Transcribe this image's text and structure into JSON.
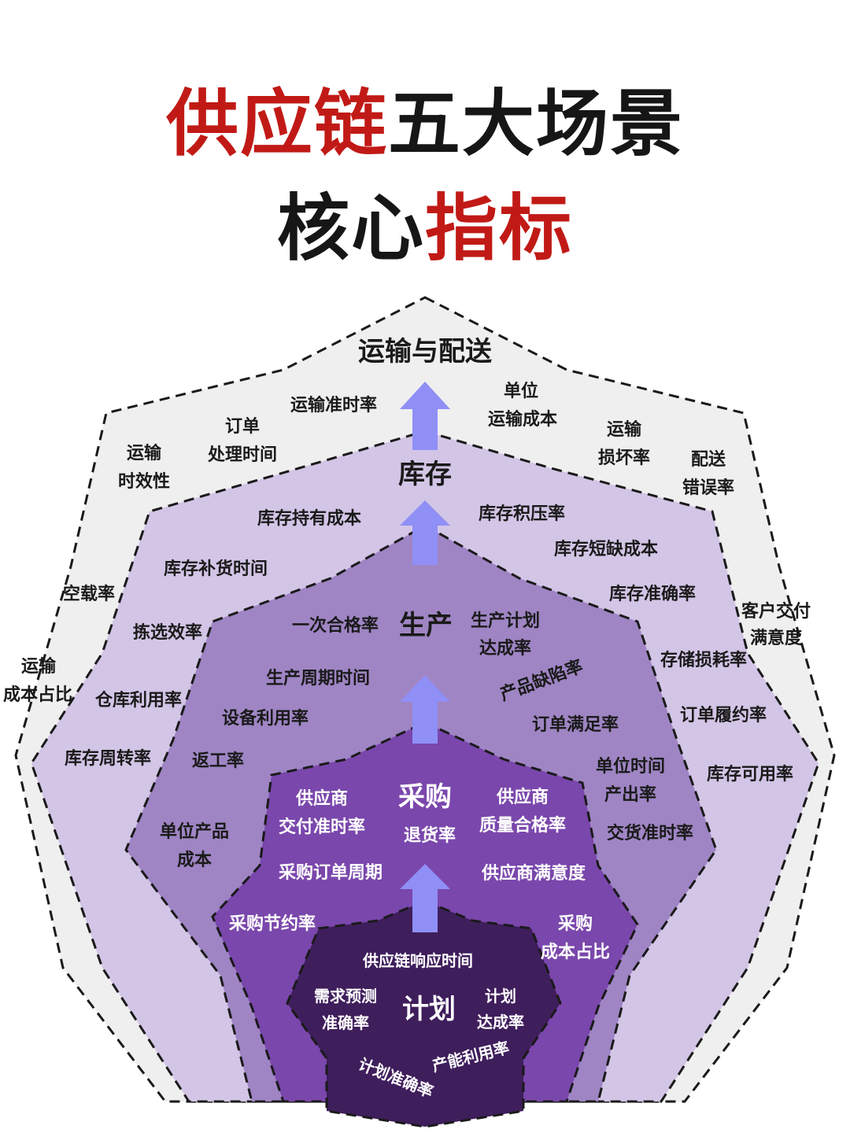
{
  "title": {
    "line1_red": "供应链",
    "line1_black": "五大场景",
    "line2_black": "核心",
    "line2_red": "指标"
  },
  "colors": {
    "title_red": "#c11a16",
    "title_black": "#161616",
    "layer_transport": "#efefef",
    "layer_inventory": "#d3c5e6",
    "layer_production": "#9f85c4",
    "layer_procurement": "#7a47ac",
    "layer_planning": "#3f1e5c",
    "arrow": "#8f8ff6"
  },
  "layers": {
    "transport": {
      "name": "运输与配送",
      "metrics": {
        "on_time": "运输准时率",
        "unit_cost_1": "单位",
        "unit_cost_2": "运输成本",
        "order_time_1": "订单",
        "order_time_2": "处理时间",
        "timeliness_1": "运输",
        "timeliness_2": "时效性",
        "damage_1": "运输",
        "damage_2": "损坏率",
        "delivery_err_1": "配送",
        "delivery_err_2": "错误率",
        "empty_load": "空载率",
        "cost_ratio_1": "运输",
        "cost_ratio_2": "成本占比",
        "customer_sat_1": "客户交付",
        "customer_sat_2": "满意度"
      }
    },
    "inventory": {
      "name": "库存",
      "metrics": {
        "holding_cost": "库存持有成本",
        "overstock": "库存积压率",
        "shortage_cost": "库存短缺成本",
        "replenish_time": "库存补货时间",
        "accuracy": "库存准确率",
        "picking": "拣选效率",
        "storage_loss": "存储损耗率",
        "warehouse_util": "仓库利用率",
        "fulfillment": "订单履约率",
        "turnover": "库存周转率",
        "availability": "库存可用率"
      }
    },
    "production": {
      "name": "生产",
      "metrics": {
        "first_pass": "一次合格率",
        "plan_rate_1": "生产计划",
        "plan_rate_2": "达成率",
        "cycle_time": "生产周期时间",
        "defect": "产品缺陷率",
        "equipment": "设备利用率",
        "order_satisfaction": "订单满足率",
        "rework": "返工率",
        "output_1": "单位时间",
        "output_2": "产出率",
        "unit_cost_1": "单位产品",
        "unit_cost_2": "成本",
        "ontime_delivery": "交货准时率"
      }
    },
    "procurement": {
      "name": "采购",
      "metrics": {
        "supplier_ontime_1": "供应商",
        "supplier_ontime_2": "交付准时率",
        "return_rate": "退货率",
        "supplier_quality_1": "供应商",
        "supplier_quality_2": "质量合格率",
        "po_cycle": "采购订单周期",
        "supplier_sat": "供应商满意度",
        "savings": "采购节约率",
        "cost_ratio_1": "采购",
        "cost_ratio_2": "成本占比"
      }
    },
    "planning": {
      "name": "计划",
      "metrics": {
        "response_time": "供应链响应时间",
        "forecast_1": "需求预测",
        "forecast_2": "准确率",
        "achievement_1": "计划",
        "achievement_2": "达成率",
        "capacity": "产能利用率",
        "plan_accuracy": "计划准确率"
      }
    }
  }
}
